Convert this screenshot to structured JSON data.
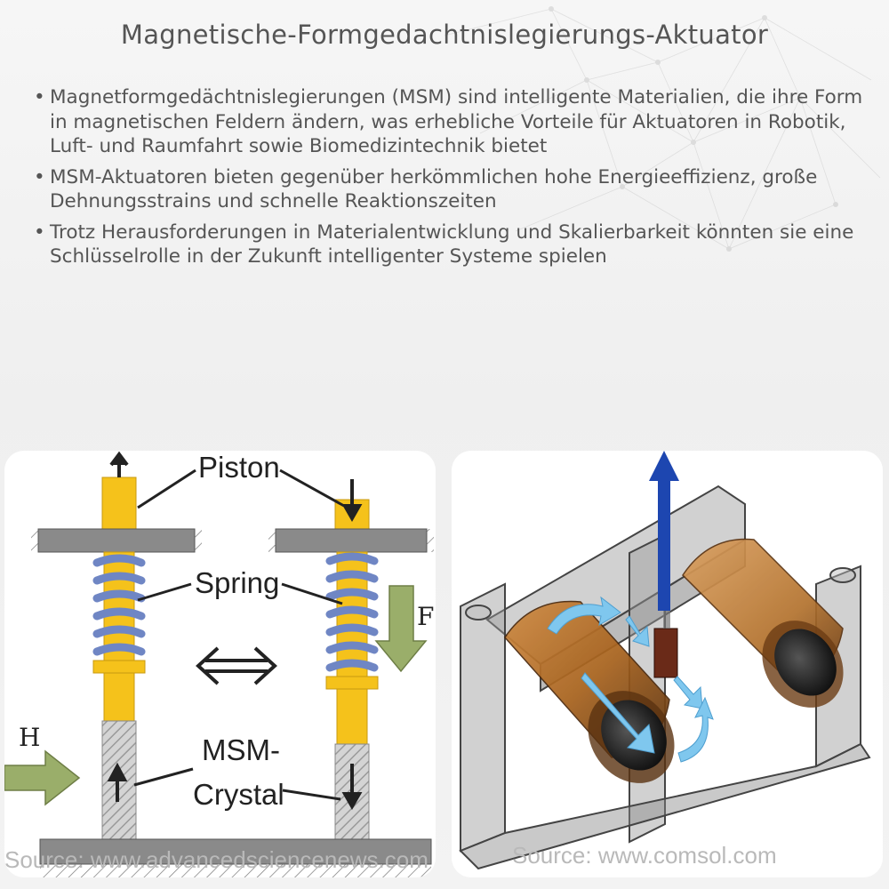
{
  "title": "Magnetische-Formgedachtnislegierungs-Aktuator",
  "bullets": [
    "Magnetformgedächtnislegierungen (MSM) sind intelligente Materialien, die ihre Form in magnetischen Feldern ändern, was erhebliche Vorteile für Aktuatoren in Robotik, Luft- und Raumfahrt sowie Biomedizintechnik bietet",
    "MSM-Aktuatoren bieten gegenüber herkömmlichen hohe Energieeffizienz, große Dehnungsstrains und schnelle Reaktionszeiten",
    "Trotz Herausforderungen in Materialentwicklung und Skalierbarkeit könnten sie eine Schlüsselrolle in der Zukunft intelligenter Systeme spielen"
  ],
  "left_diagram": {
    "labels": {
      "piston": "Piston",
      "spring": "Spring",
      "crystal_line1": "MSM-",
      "crystal_line2": "Crystal",
      "field": "H",
      "force": "F"
    },
    "source": "Source: www.advancedsciencenews.com"
  },
  "right_diagram": {
    "source": "Source: www.comsol.com"
  },
  "colors": {
    "piston": "#f5c21b",
    "spring": "#6f86c4",
    "plate": "#8a8a8a",
    "arrow_green": "#9aae6a",
    "coil": "#a8621c",
    "flux_arrow": "#7fc7ee",
    "force_arrow": "#1d46b0"
  }
}
